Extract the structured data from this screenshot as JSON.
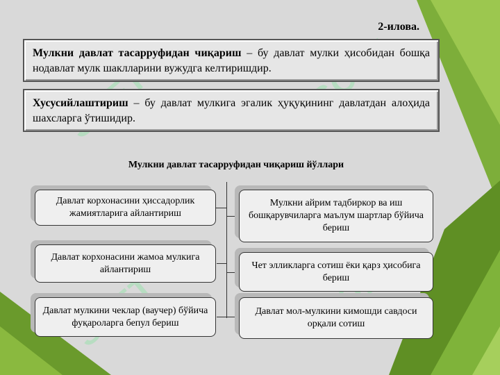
{
  "appendix_label": "2-илова.",
  "definitions": [
    {
      "term": "Мулкни давлат тасарруфидан чиқариш",
      "text": " – бу давлат мулки ҳисобидан бошқа нодавлат мулк шаклларини вужудга келтиришдир."
    },
    {
      "term": "Хусусийлаштириш",
      "text": " – бу давлат мулкига эгалик ҳуқуқининг давлатдан алоҳида шахсларга ўтишидир."
    }
  ],
  "diagram": {
    "title": "Мулкни давлат тасарруфидан чиқариш йўллари",
    "left": [
      "Давлат корхонасини ҳиссадорлик жамиятларига айлантириш",
      "Давлат корхонасини жамоа мулкига айлантириш",
      "Давлат мулкини чеклар (ваучер) бўйича фуқароларга бепул бериш"
    ],
    "right": [
      "Мулкни айрим тадбиркор ва иш бошқарувчиларга маълум шартлар бўйича бериш",
      "Чет элликларга сотиш ёки қарз ҳисобига бериш",
      "Давлат мол-мулкини кимошди савдоси орқали сотиш"
    ]
  },
  "watermark_text": "SOFT"
}
